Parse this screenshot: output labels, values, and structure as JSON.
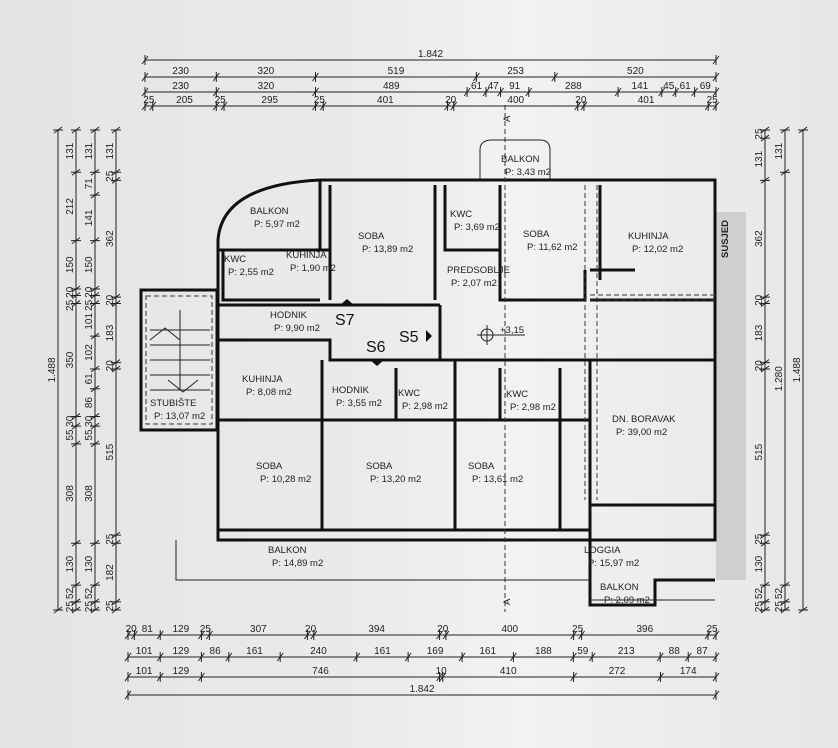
{
  "rooms": [
    {
      "name": "BALKON",
      "area": "P: 5,97 m2"
    },
    {
      "name": "SOBA",
      "area": "P: 13,89 m2"
    },
    {
      "name": "KWC",
      "area": "P: 3,69 m2"
    },
    {
      "name": "SOBA",
      "area": "P: 11,62 m2"
    },
    {
      "name": "KUHINJA",
      "area": "P: 12,02 m2"
    },
    {
      "name": "BALKON",
      "area": "P: 3,43 m2"
    },
    {
      "name": "KWC",
      "area": "P: 2,55 m2"
    },
    {
      "name": "KUHINJA",
      "area": "P: 1,90 m2"
    },
    {
      "name": "PREDSOBLJE",
      "area": "P: 2,07 m2"
    },
    {
      "name": "HODNIK",
      "area": "P: 9,90 m2"
    },
    {
      "name": "KUHINJA",
      "area": "P: 8,08 m2"
    },
    {
      "name": "HODNIK",
      "area": "P: 3,55 m2"
    },
    {
      "name": "KWC",
      "area": "P: 2,98 m2"
    },
    {
      "name": "KWC",
      "area": "P: 2,98 m2"
    },
    {
      "name": "DN. BORAVAK",
      "area": "P: 39,00 m2"
    },
    {
      "name": "STUBIŠTE",
      "area": "P: 13,07 m2"
    },
    {
      "name": "SOBA",
      "area": "P: 10,28 m2"
    },
    {
      "name": "SOBA",
      "area": "P: 13,20 m2"
    },
    {
      "name": "SOBA",
      "area": "P: 13,61 m2"
    },
    {
      "name": "BALKON",
      "area": "P: 14,89 m2"
    },
    {
      "name": "LOGGIA",
      "area": "P: 15,97 m2"
    },
    {
      "name": "BALKON",
      "area": "P: 2,09 m2"
    }
  ],
  "markers": {
    "s7": "S7",
    "s6": "S6",
    "s5": "S5",
    "level": "+3,15",
    "section_top": "A",
    "section_bottom": "A",
    "neighbor": "SUSJED"
  },
  "dimensions": {
    "top": [
      {
        "total_label": "1.842",
        "values": [
          1842
        ],
        "labels": [
          "1.842"
        ]
      },
      {
        "values": [
          230,
          320,
          519,
          253,
          520
        ]
      },
      {
        "values": [
          230,
          320,
          489,
          61,
          47,
          91,
          288,
          141,
          45,
          61,
          69
        ]
      },
      {
        "values": [
          25,
          205,
          25,
          295,
          25,
          401,
          20,
          400,
          20,
          401,
          25
        ]
      }
    ],
    "bottom": [
      {
        "values": [
          20,
          81,
          129,
          25,
          307,
          20,
          394,
          20,
          400,
          25,
          396,
          25
        ]
      },
      {
        "values": [
          101,
          129,
          86,
          161,
          240,
          161,
          169,
          161,
          188,
          59,
          213,
          88,
          87
        ]
      },
      {
        "values": [
          101,
          129,
          746,
          10,
          410,
          272,
          174
        ]
      },
      {
        "values": [
          1842
        ],
        "labels": [
          "1.842"
        ]
      }
    ],
    "left": [
      {
        "values": [
          1488
        ],
        "labels": [
          "1.488"
        ]
      },
      {
        "values": [
          131,
          212,
          150,
          20,
          25,
          350,
          30,
          55,
          308,
          130,
          52,
          25
        ]
      },
      {
        "values": [
          131,
          71,
          141,
          150,
          20,
          25,
          101,
          102,
          61,
          86,
          30,
          55,
          308,
          130,
          52,
          25
        ]
      },
      {
        "values": [
          131,
          25,
          362,
          20,
          183,
          20,
          515,
          25,
          182,
          25
        ]
      }
    ],
    "right": [
      {
        "values": [
          25,
          131,
          362,
          20,
          183,
          20,
          515,
          25,
          130,
          52,
          25
        ]
      },
      {
        "values": [
          131,
          1280,
          52,
          25
        ],
        "labels": [
          "131",
          "1.280",
          "52",
          "25"
        ]
      },
      {
        "values": [
          1488
        ],
        "labels": [
          "1.488"
        ]
      }
    ]
  }
}
